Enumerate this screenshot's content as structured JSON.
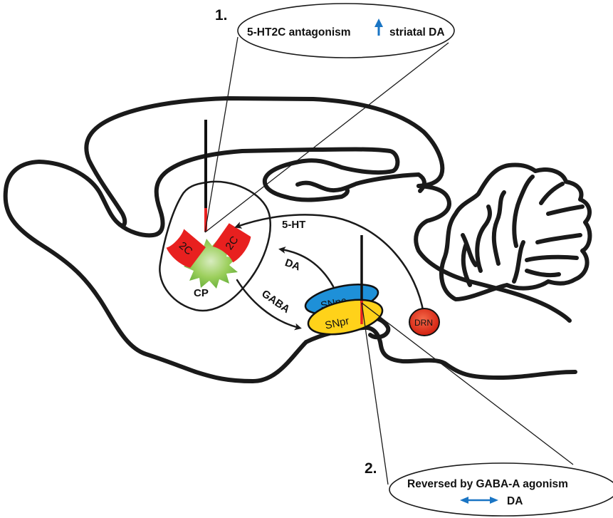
{
  "figure": {
    "type": "sagittal brain schematic",
    "callouts": [
      {
        "number": "1.",
        "text_before_arrow": "5-HT2C antagonism",
        "arrow": "up-arrow",
        "text_after_arrow": "striatal DA"
      },
      {
        "number": "2.",
        "line1": "Reversed by GABA-A agonism",
        "arrow": "left-right-arrow",
        "line2": "DA"
      }
    ],
    "regions": {
      "striatum": "CP",
      "receptor_left": "2C",
      "receptor_right": "2C",
      "snpc": "SNpc",
      "snpr": "SNpr",
      "drn": "DRN"
    },
    "pathways": {
      "serotonin": "5-HT",
      "dopamine": "DA",
      "gaba": "GABA"
    },
    "colors": {
      "snpc": "#1e90d8",
      "snpr": "#ffd21a",
      "receptor": "#e8201f",
      "neuron": "#8cc63f",
      "drn": "#e0261c",
      "arrow_blue": "#1a75c4",
      "probe_tip": "#e8201f"
    }
  }
}
